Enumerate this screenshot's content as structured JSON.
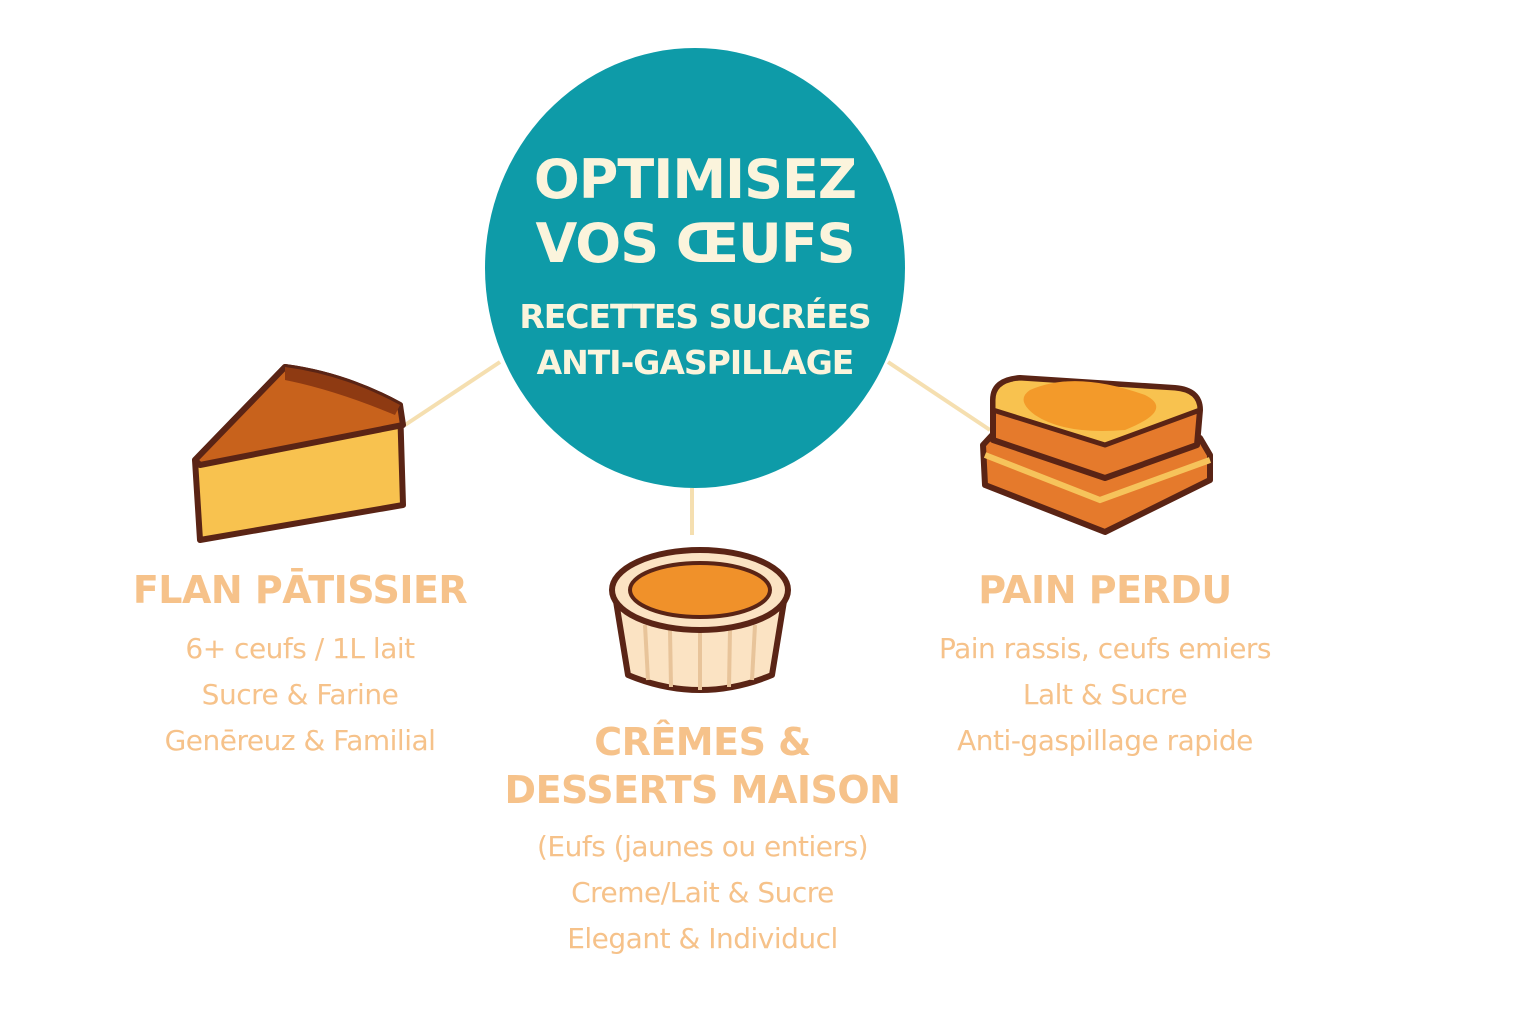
{
  "hub": {
    "title_lines": [
      "OPTIMISEZ",
      "VOS ŒUFS"
    ],
    "subtitle_lines": [
      "RECETTES SUCRÉES",
      "ANTI-GASPILLAGE"
    ]
  },
  "recipes": [
    {
      "title_lines": [
        "FLAN PĀTISSIER"
      ],
      "lines": [
        "6+ ceufs / 1L lait",
        "Sucre & Farine",
        "Genēreuz & Familial"
      ],
      "icon": "flan-slice-icon"
    },
    {
      "title_lines": [
        "CRÊMES &",
        "DESSERTS MAISON"
      ],
      "lines": [
        "(Eufs (jaunes ou entiers)",
        "Creme/Lait & Sucre",
        "Elegant & Individucl"
      ],
      "icon": "creme-ramekin-icon"
    },
    {
      "title_lines": [
        "PAIN PERDU"
      ],
      "lines": [
        "Pain rassis, ceufs emiers",
        "Lalt & Sucre",
        "Anti-gaspillage rapide"
      ],
      "icon": "french-toast-icon"
    }
  ],
  "colors": {
    "hub": "#0e9ba8",
    "hub_text": "#fbf4dc",
    "label": "#f6c28a",
    "connector": "#f5dfb0"
  }
}
